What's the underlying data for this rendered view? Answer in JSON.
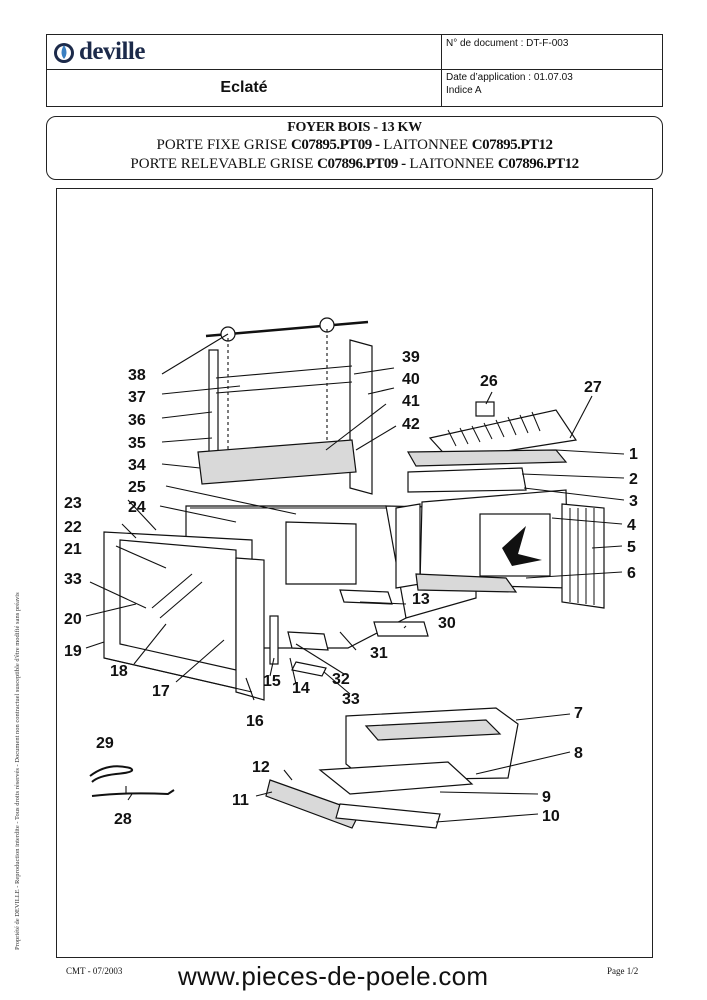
{
  "header": {
    "brand": "deville",
    "title": "Eclaté",
    "doc_number": "N° de document : DT-F-003",
    "date_application": "Date d’application : 01.07.03",
    "indice": "Indice A"
  },
  "banner": {
    "line1": "FOYER BOIS - 13 KW",
    "line2_prefix": "PORTE FIXE GRISE",
    "line2_code1": "C07895.PT09 -",
    "line2_mid": "LAITONNEE",
    "line2_code2": "C07895.PT12",
    "line3_prefix": "PORTE RELEVABLE GRISE",
    "line3_code1": "C07896.PT09 -",
    "line3_mid": "LAITONNEE",
    "line3_code2": "C07896.PT12"
  },
  "side_note": "Propriété de DEVILLE  -  Reproduction interdite - Tous droits réservés - Document non contractuel susceptible d'être modifié sans préavis",
  "footer": {
    "left": "CMT - 07/2003",
    "url": "www.pieces-de-poele.com",
    "page": "Page 1/2"
  },
  "part_labels": {
    "p1": "1",
    "p2": "2",
    "p3": "3",
    "p4": "4",
    "p5": "5",
    "p6": "6",
    "p7": "7",
    "p8": "8",
    "p9": "9",
    "p10": "10",
    "p11": "11",
    "p12": "12",
    "p13": "13",
    "p14": "14",
    "p15": "15",
    "p16": "16",
    "p17": "17",
    "p18": "18",
    "p19": "19",
    "p20": "20",
    "p21": "21",
    "p22": "22",
    "p23": "23",
    "p24": "24",
    "p25": "25",
    "p26": "26",
    "p27": "27",
    "p28": "28",
    "p29": "29",
    "p30": "30",
    "p31": "31",
    "p32": "32",
    "p33a": "33",
    "p33b": "33",
    "p34": "34",
    "p35": "35",
    "p36": "36",
    "p37": "37",
    "p38": "38",
    "p39": "39",
    "p40": "40",
    "p41": "41",
    "p42": "42"
  },
  "colors": {
    "ink": "#111111",
    "brand_blue": "#1c2a4a",
    "logo_drop": "#3a7fc1"
  }
}
